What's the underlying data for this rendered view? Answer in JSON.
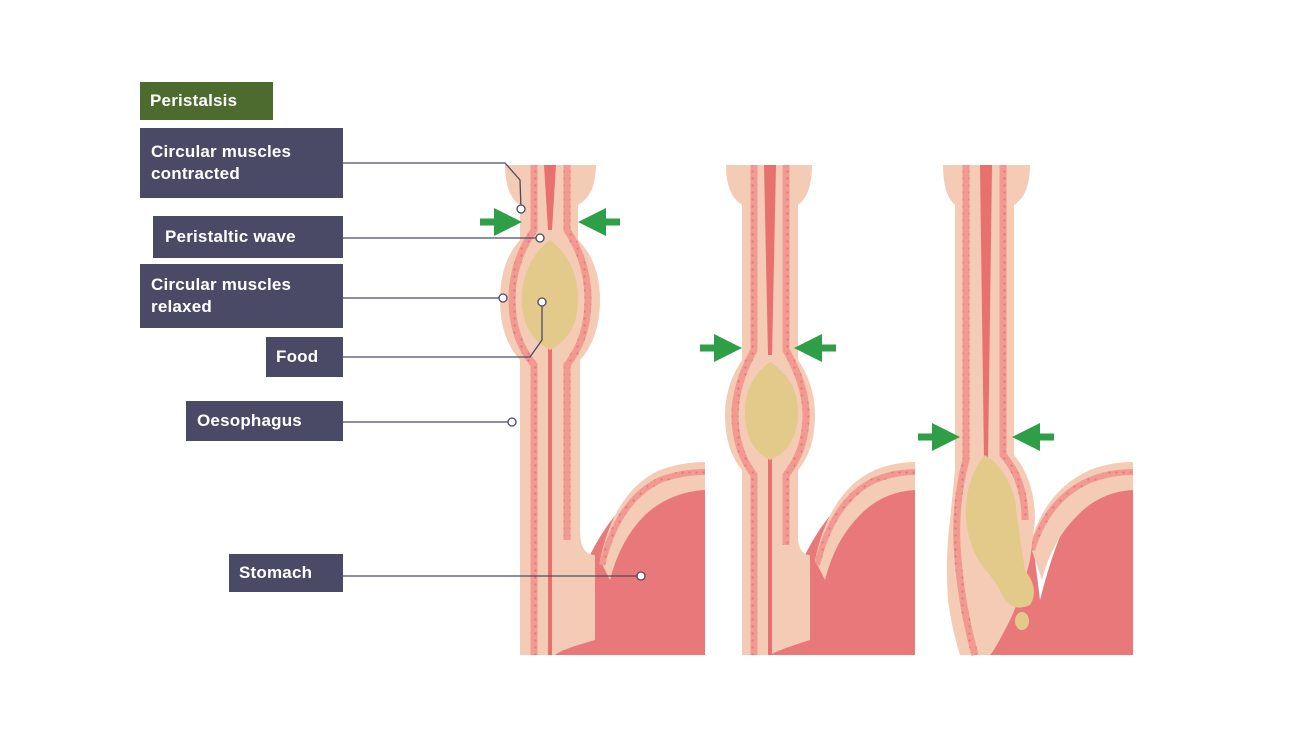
{
  "title": "Peristalsis",
  "labels": {
    "circular_contracted": "Circular muscles\ncontracted",
    "peristaltic_wave": "Peristaltic wave",
    "circular_relaxed": "Circular muscles\nrelaxed",
    "food": "Food",
    "oesophagus": "Oesophagus",
    "stomach": "Stomach"
  },
  "colors": {
    "label_background": "#4a4a66",
    "title_background": "#4e6b2f",
    "arrow": "#2e9e47",
    "food": "#e3c98a",
    "muscle_outer": "#f4cbb4",
    "muscle_inner": "#f29a92",
    "lumen": "#e8706e",
    "stomach": "#e8787a"
  },
  "panels": [
    {
      "stage": "bolus high in oesophagus",
      "arrows": "above bolus"
    },
    {
      "stage": "bolus mid oesophagus",
      "arrows": "above bolus"
    },
    {
      "stage": "bolus entering stomach",
      "arrows": "above bolus"
    }
  ]
}
